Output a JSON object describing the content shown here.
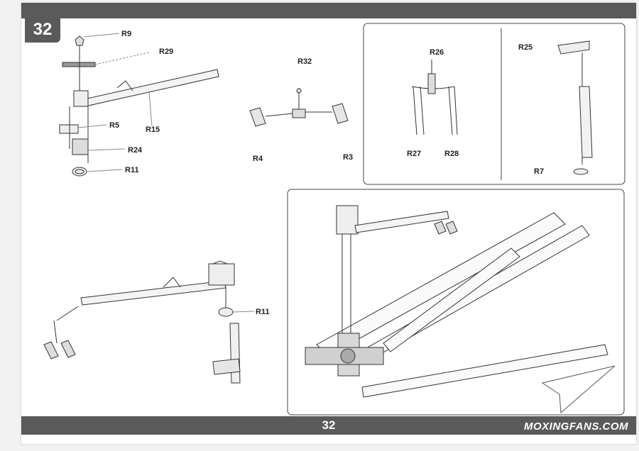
{
  "step": {
    "number": "32"
  },
  "footer": {
    "page_number": "32",
    "watermark": "MOXINGFANS.COM"
  },
  "part_labels": {
    "r9": "R9",
    "r29": "R29",
    "r15": "R15",
    "r5": "R5",
    "r24": "R24",
    "r11_top": "R11",
    "r32": "R32",
    "r4": "R4",
    "r3": "R3",
    "r26": "R26",
    "r27": "R27",
    "r28": "R28",
    "r25": "R25",
    "r7": "R7",
    "r11_bottom": "R11"
  }
}
